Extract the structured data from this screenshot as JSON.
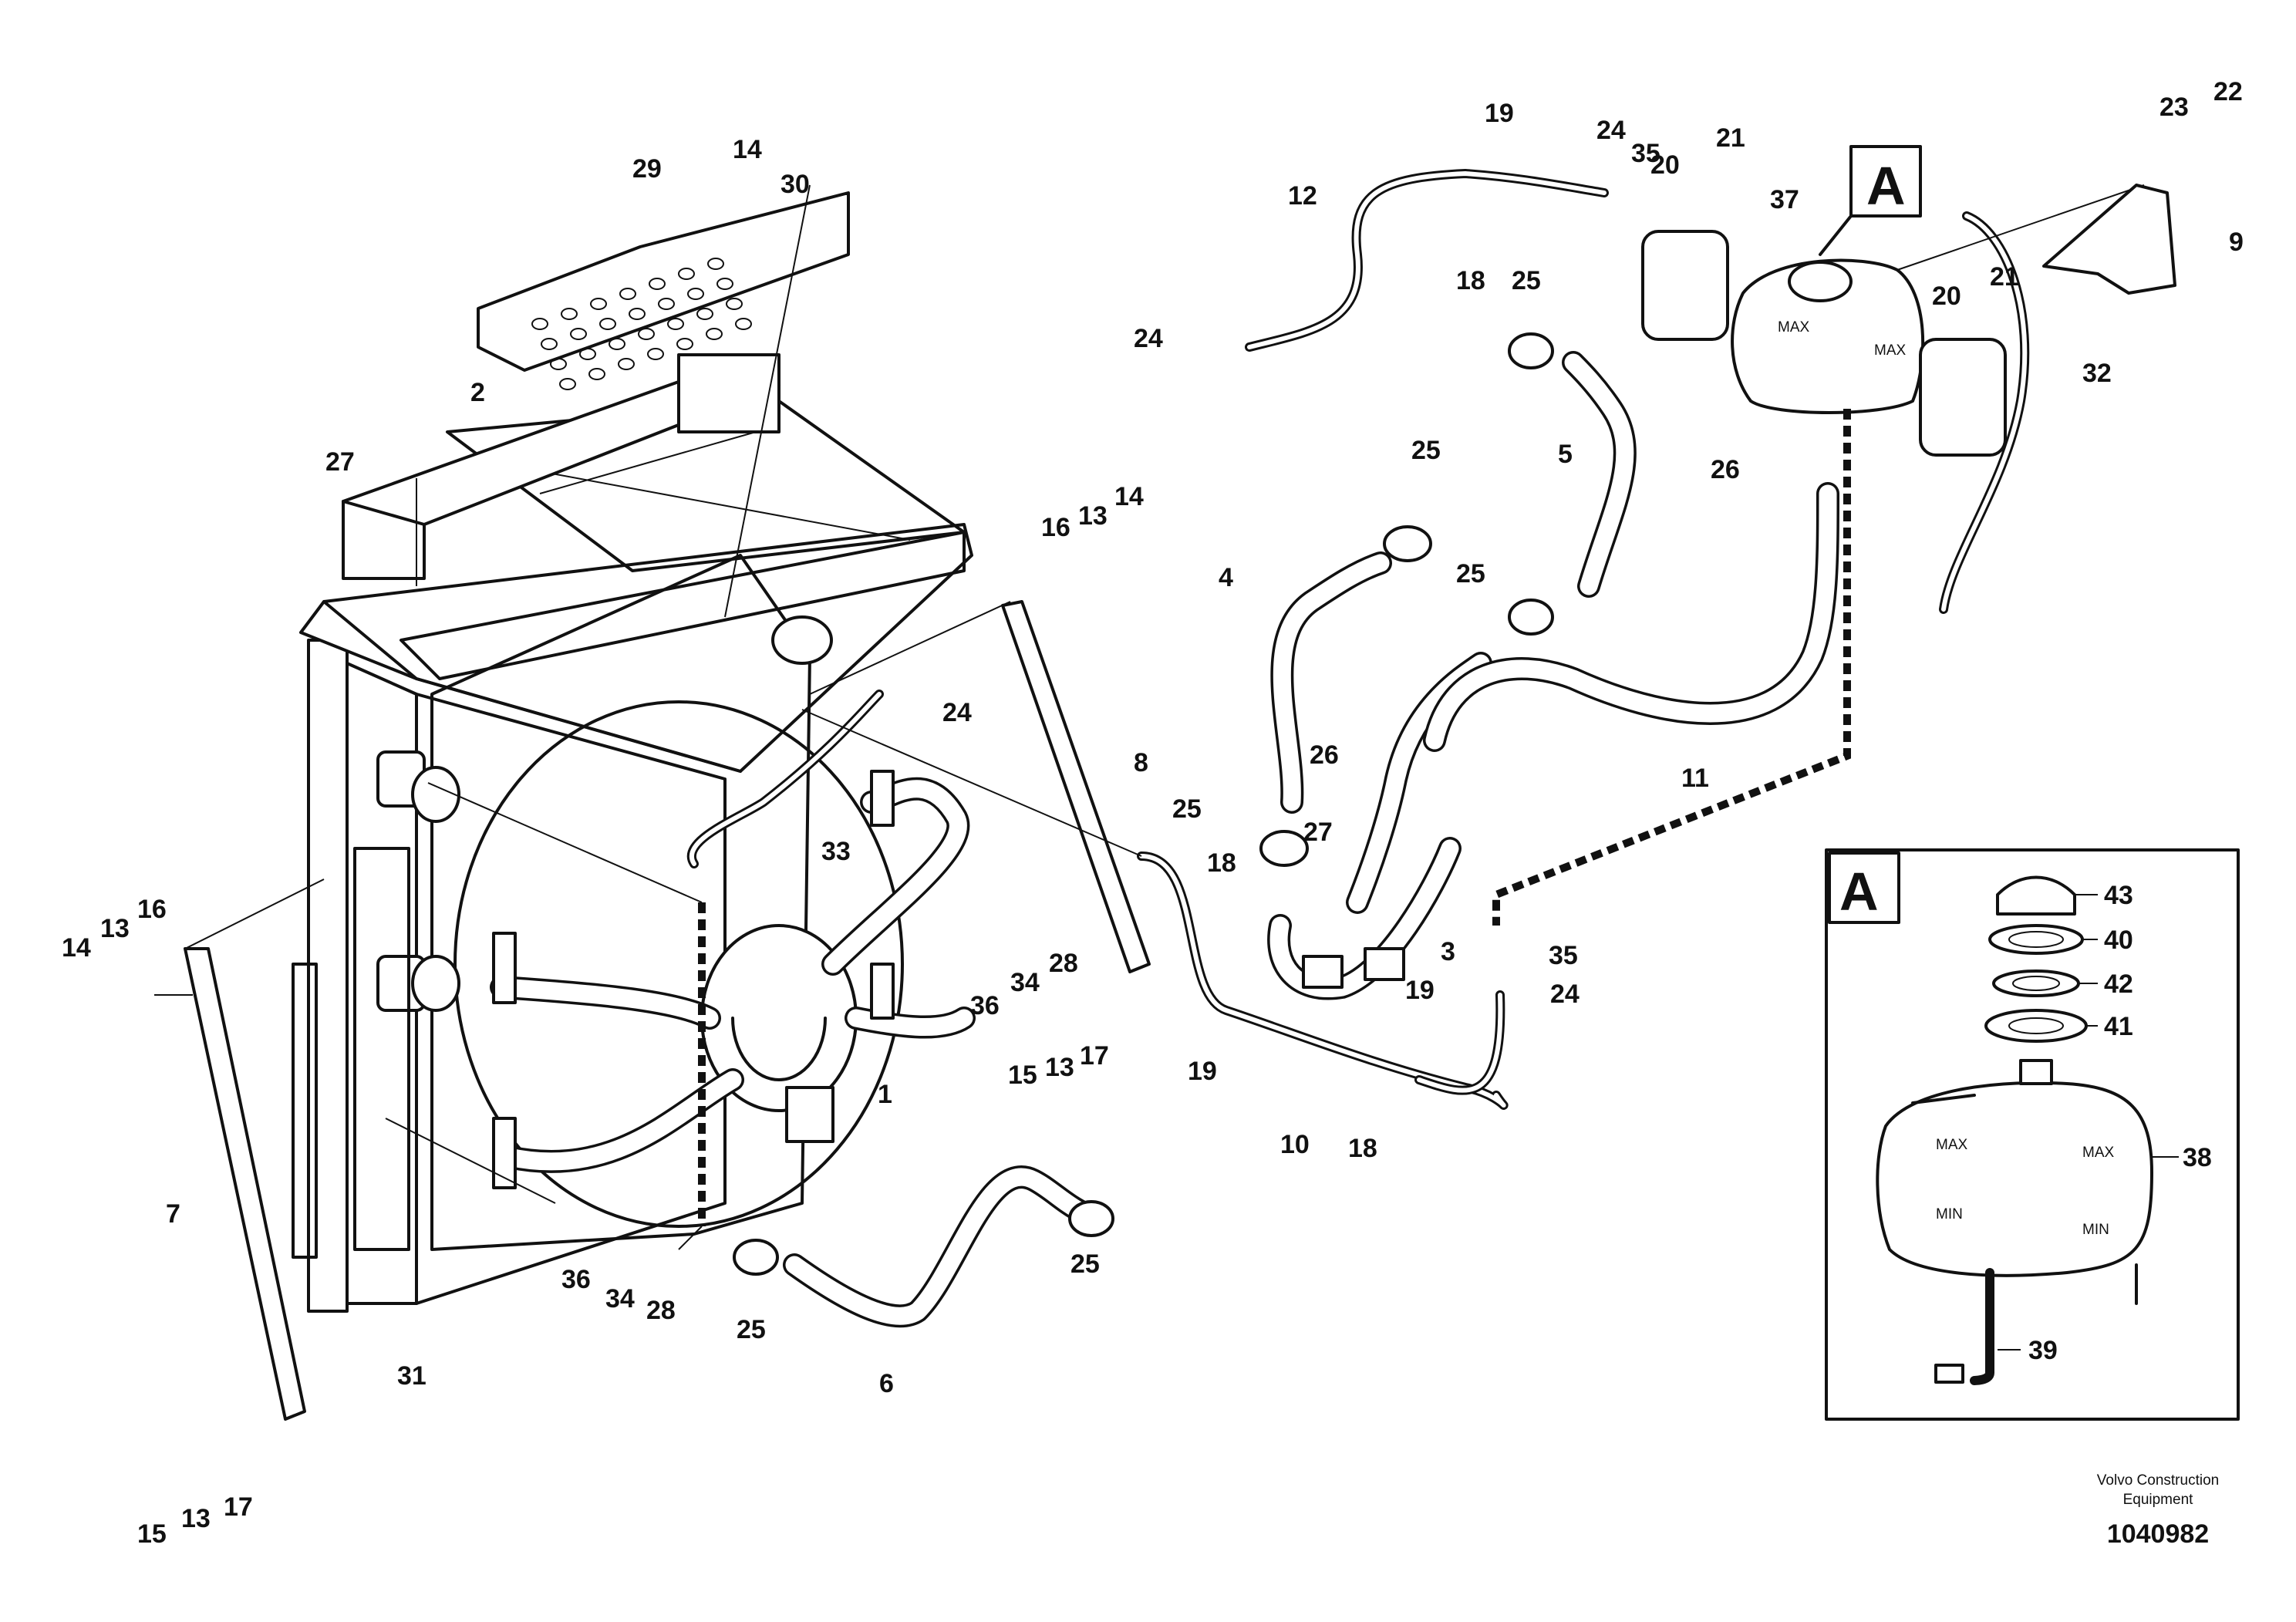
{
  "callouts": [
    {
      "id": "c1",
      "text": "1"
    },
    {
      "id": "c2",
      "text": "2"
    },
    {
      "id": "c3",
      "text": "3"
    },
    {
      "id": "c4",
      "text": "4"
    },
    {
      "id": "c5",
      "text": "5"
    },
    {
      "id": "c6",
      "text": "6"
    },
    {
      "id": "c7",
      "text": "7"
    },
    {
      "id": "c8",
      "text": "8"
    },
    {
      "id": "c9",
      "text": "9"
    },
    {
      "id": "c10",
      "text": "10"
    },
    {
      "id": "c11",
      "text": "11"
    },
    {
      "id": "c12",
      "text": "12"
    },
    {
      "id": "c13a",
      "text": "13"
    },
    {
      "id": "c13b",
      "text": "13"
    },
    {
      "id": "c13c",
      "text": "13"
    },
    {
      "id": "c13d",
      "text": "13"
    },
    {
      "id": "c14a",
      "text": "14"
    },
    {
      "id": "c14b",
      "text": "14"
    },
    {
      "id": "c14c",
      "text": "14"
    },
    {
      "id": "c15a",
      "text": "15"
    },
    {
      "id": "c15b",
      "text": "15"
    },
    {
      "id": "c16a",
      "text": "16"
    },
    {
      "id": "c16b",
      "text": "16"
    },
    {
      "id": "c17a",
      "text": "17"
    },
    {
      "id": "c17b",
      "text": "17"
    },
    {
      "id": "c18a",
      "text": "18"
    },
    {
      "id": "c18b",
      "text": "18"
    },
    {
      "id": "c18c",
      "text": "18"
    },
    {
      "id": "c19a",
      "text": "19"
    },
    {
      "id": "c19b",
      "text": "19"
    },
    {
      "id": "c19c",
      "text": "19"
    },
    {
      "id": "c20a",
      "text": "20"
    },
    {
      "id": "c20b",
      "text": "20"
    },
    {
      "id": "c21a",
      "text": "21"
    },
    {
      "id": "c21b",
      "text": "21"
    },
    {
      "id": "c22",
      "text": "22"
    },
    {
      "id": "c23",
      "text": "23"
    },
    {
      "id": "c24a",
      "text": "24"
    },
    {
      "id": "c24b",
      "text": "24"
    },
    {
      "id": "c24c",
      "text": "24"
    },
    {
      "id": "c24d",
      "text": "24"
    },
    {
      "id": "c25a",
      "text": "25"
    },
    {
      "id": "c25b",
      "text": "25"
    },
    {
      "id": "c25c",
      "text": "25"
    },
    {
      "id": "c25d",
      "text": "25"
    },
    {
      "id": "c25e",
      "text": "25"
    },
    {
      "id": "c25f",
      "text": "25"
    },
    {
      "id": "c26a",
      "text": "26"
    },
    {
      "id": "c26b",
      "text": "26"
    },
    {
      "id": "c27a",
      "text": "27"
    },
    {
      "id": "c27b",
      "text": "27"
    },
    {
      "id": "c28a",
      "text": "28"
    },
    {
      "id": "c28b",
      "text": "28"
    },
    {
      "id": "c29",
      "text": "29"
    },
    {
      "id": "c30",
      "text": "30"
    },
    {
      "id": "c31",
      "text": "31"
    },
    {
      "id": "c32",
      "text": "32"
    },
    {
      "id": "c33",
      "text": "33"
    },
    {
      "id": "c34a",
      "text": "34"
    },
    {
      "id": "c34b",
      "text": "34"
    },
    {
      "id": "c35a",
      "text": "35"
    },
    {
      "id": "c35b",
      "text": "35"
    },
    {
      "id": "c36a",
      "text": "36"
    },
    {
      "id": "c36b",
      "text": "36"
    },
    {
      "id": "c37",
      "text": "37"
    },
    {
      "id": "c38",
      "text": "38"
    },
    {
      "id": "c39",
      "text": "39"
    },
    {
      "id": "c40",
      "text": "40"
    },
    {
      "id": "c41",
      "text": "41"
    },
    {
      "id": "c42",
      "text": "42"
    },
    {
      "id": "c43",
      "text": "43"
    }
  ],
  "detail_view": {
    "label_main": "A",
    "label_inset": "A"
  },
  "footer": {
    "company_line1": "Volvo Construction",
    "company_line2": "Equipment",
    "drawing_number": "1040982"
  },
  "tank_marks": {
    "max": "MAX",
    "min": "MIN"
  }
}
